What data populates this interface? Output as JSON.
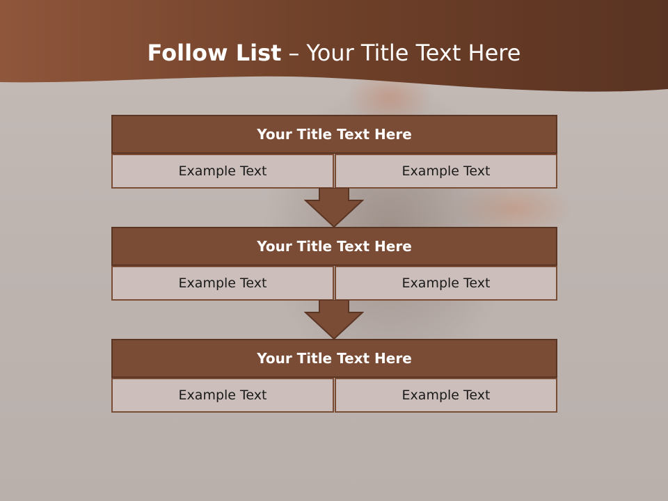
{
  "slide": {
    "title_bold": "Follow List",
    "title_separator": "–",
    "title_rest": "Your Title Text Here"
  },
  "blocks": [
    {
      "title": "Your Title Text Here",
      "left": "Example Text",
      "right": "Example Text"
    },
    {
      "title": "Your Title Text Here",
      "left": "Example Text",
      "right": "Example Text"
    },
    {
      "title": "Your Title Text Here",
      "left": "Example Text",
      "right": "Example Text"
    }
  ],
  "colors": {
    "header": "#6b3d28",
    "title_bar": "#7a4c35",
    "cell": "#ccbfbb",
    "background": "#bfb5b1"
  }
}
